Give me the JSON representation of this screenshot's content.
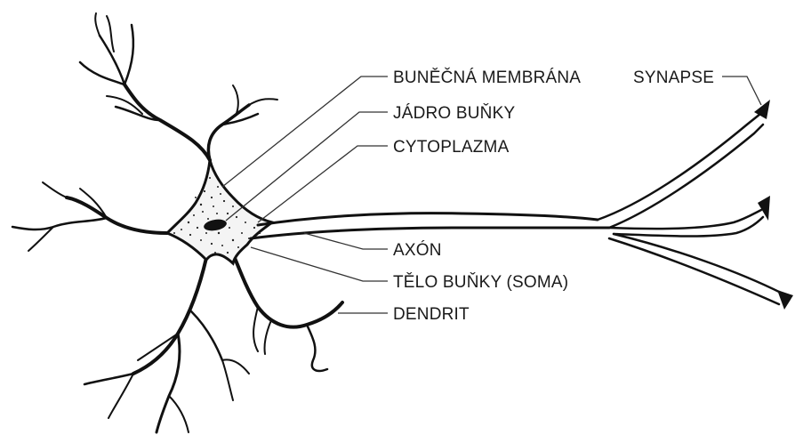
{
  "labels": {
    "membrane": "BUNĚČNÁ MEMBRÁNA",
    "synapse": "SYNAPSE",
    "nucleus": "JÁDRO BUŇKY",
    "cytoplasm": "CYTOPLAZMA",
    "axon": "AXÓN",
    "soma": "TĚLO BUŇKY (SOMA)",
    "dendrite": "DENDRIT"
  },
  "colors": {
    "ink": "#111111",
    "background": "#ffffff",
    "text": "#1a1a1a"
  }
}
